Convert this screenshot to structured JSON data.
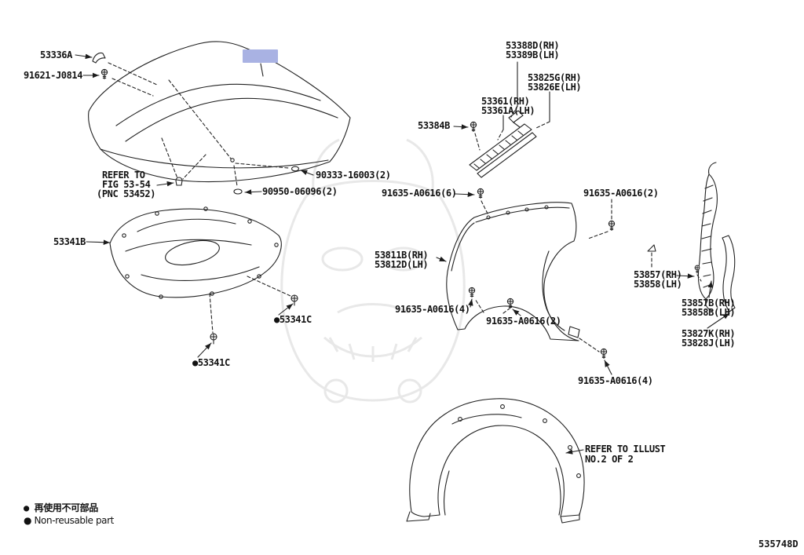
{
  "diagram": {
    "drawing_number": "535748D",
    "highlight_color": "#a9b2e3",
    "labels": {
      "l53336a": "53336A",
      "l91621": "91621-J0814",
      "l90333": "90333-16003(2)",
      "l90950": "90950-06096(2)",
      "l53341b": "53341B",
      "l53341c_1": "●53341C",
      "l53341c_2": "●53341C",
      "l53388d": "53388D(RH)",
      "l53389b": "53389B(LH)",
      "l53825g": "53825G(RH)",
      "l53826e": "53826E(LH)",
      "l53361": "53361(RH)",
      "l53361a": "53361A(LH)",
      "l53384b": "53384B",
      "l91635_6": "91635-A0616(6)",
      "l91635_2a": "91635-A0616(2)",
      "l53811b": "53811B(RH)",
      "l53812d": "53812D(LH)",
      "l91635_4a": "91635-A0616(4)",
      "l91635_2b": "91635-A0616(2)",
      "l53857": "53857(RH)",
      "l53858": "53858(LH)",
      "l53857b": "53857B(RH)",
      "l53858b": "53858B(LH)",
      "l53827k": "53827K(RH)",
      "l53828j": "53828J(LH)",
      "l91635_4b": "91635-A0616(4)"
    },
    "notes": {
      "refer_fig": [
        "REFER TO",
        "FIG 53-54",
        "(PNC 53452)"
      ],
      "refer_illust": [
        "REFER TO ILLUST",
        "NO.2 OF 2"
      ]
    },
    "footnotes": {
      "jp": "● 再使用不可部品",
      "en": "● Non-reusable part"
    }
  }
}
